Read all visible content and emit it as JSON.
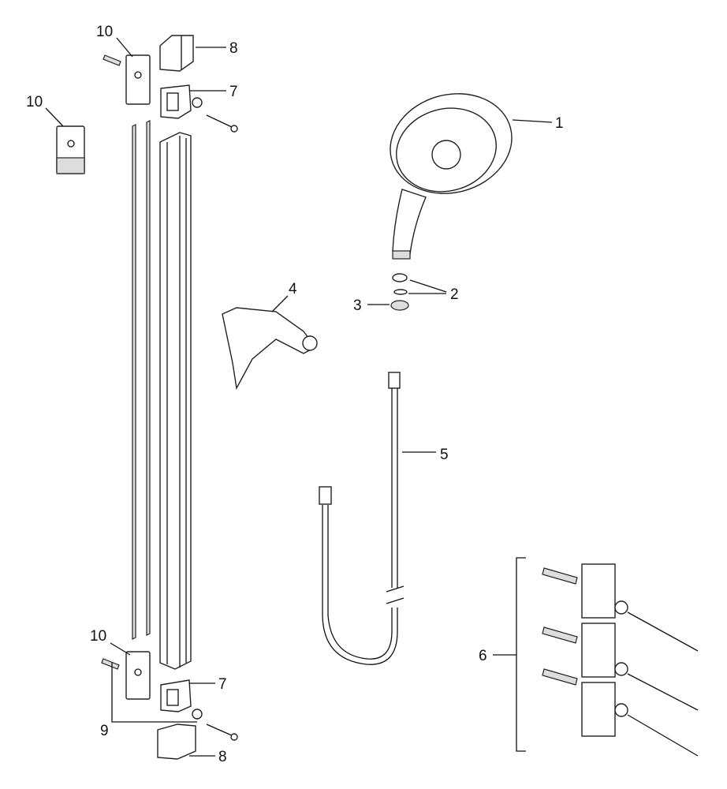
{
  "diagram": {
    "title": "Shower set exploded parts view",
    "callouts": [
      {
        "id": "c10a",
        "text": "10"
      },
      {
        "id": "c8a",
        "text": "8"
      },
      {
        "id": "c7a",
        "text": "7"
      },
      {
        "id": "c10b",
        "text": "10"
      },
      {
        "id": "c1",
        "text": "1"
      },
      {
        "id": "c4",
        "text": "4"
      },
      {
        "id": "c2",
        "text": "2"
      },
      {
        "id": "c3",
        "text": "3"
      },
      {
        "id": "c5",
        "text": "5"
      },
      {
        "id": "c6",
        "text": "6"
      },
      {
        "id": "c10c",
        "text": "10"
      },
      {
        "id": "c7b",
        "text": "7"
      },
      {
        "id": "c9",
        "text": "9"
      },
      {
        "id": "c8b",
        "text": "8"
      }
    ]
  }
}
